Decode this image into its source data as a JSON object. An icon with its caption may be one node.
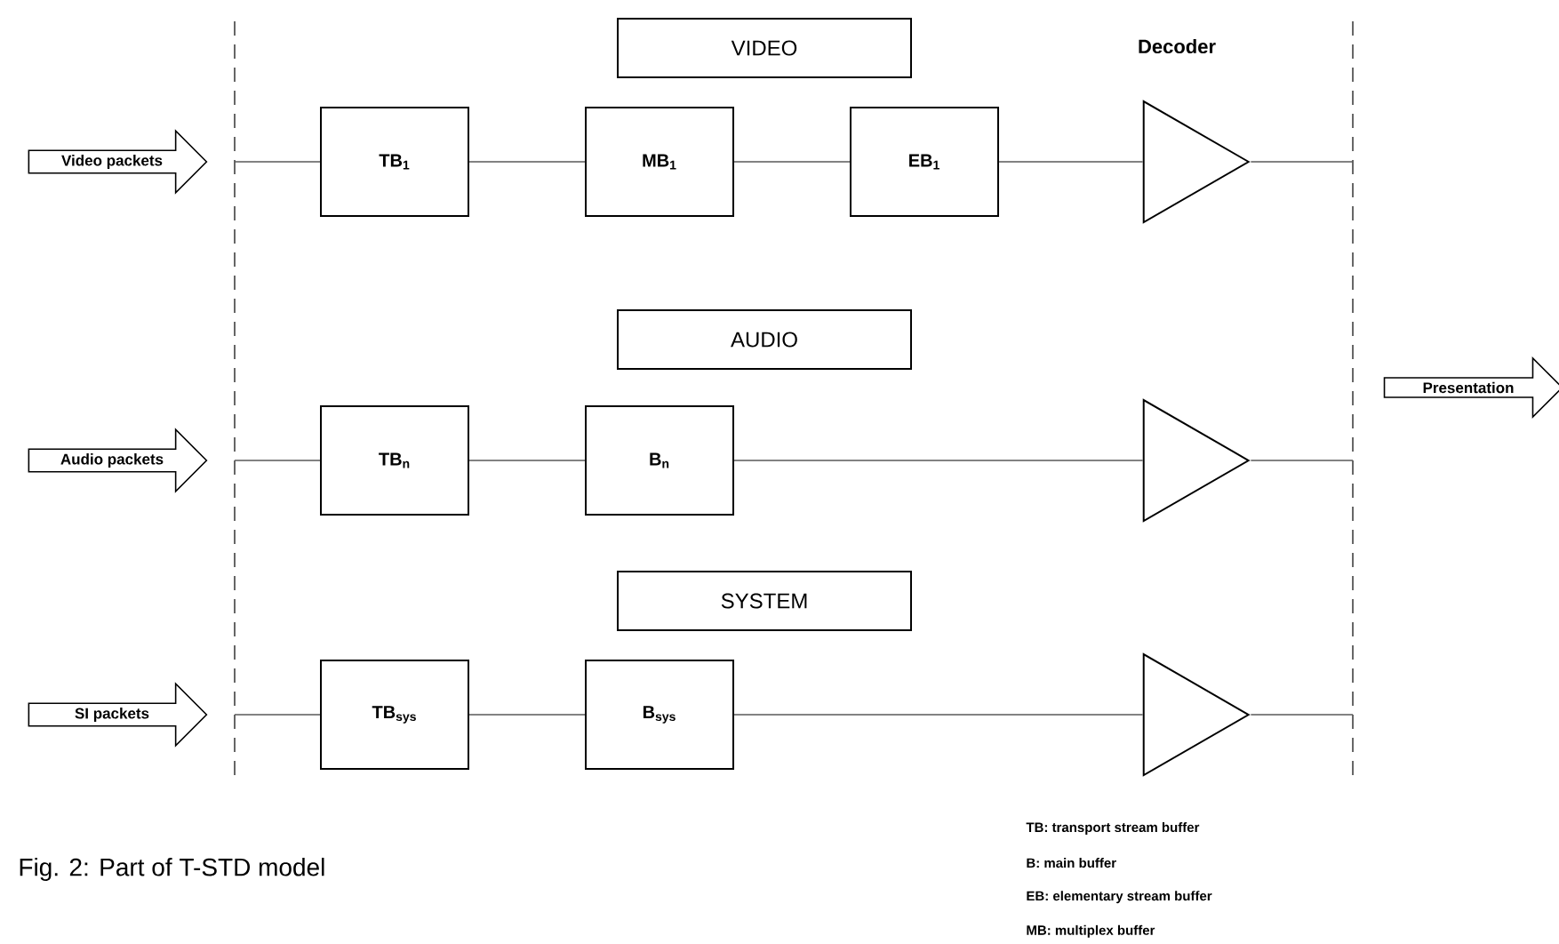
{
  "diagram": {
    "caption": "Fig. 2: Part of T-STD model",
    "nodes": [
      {
        "text": [
          "VIDEO"
        ]
      },
      {
        "text": [
          "Video packets"
        ]
      },
      {
        "text": [
          "TB$_{1}$"
        ]
      },
      {
        "text": [
          "MB$_{1}$"
        ]
      },
      {
        "text": [
          "EB$_{1}$"
        ]
      },
      {
        "text": [],
        "shape": "triangle"
      },
      {
        "text": [
          "AUDIO"
        ]
      },
      {
        "text": [
          "Audio packets"
        ]
      },
      {
        "text": [
          "TB$_{n}$"
        ]
      },
      {
        "text": [
          "B$_{n}$"
        ]
      },
      {
        "text": [],
        "shape": "triangle"
      },
      {
        "text": [
          "Presentation"
        ]
      },
      {
        "text": [
          "SYSTEM"
        ]
      },
      {
        "text": [
          "SI packets"
        ]
      },
      {
        "text": [
          "TB$_{sys}$"
        ]
      },
      {
        "text": [
          "B$_{sys}$"
        ]
      },
      {
        "text": [],
        "shape": "triangle"
      }
    ],
    "edges": [
      {
        "from": null,
        "to": 2,
        "arrow": "none"
      },
      {
        "from": 2,
        "to": 3,
        "arrow": "none"
      },
      {
        "from": 3,
        "to": 4,
        "arrow": "none"
      },
      {
        "from": 4,
        "to": 5,
        "arrow": "none"
      },
      {
        "from": 5,
        "to": null,
        "arrow": "none"
      },
      {
        "from": null,
        "to": 8,
        "arrow": "none"
      },
      {
        "from": 8,
        "to": 9,
        "arrow": "none"
      },
      {
        "from": 9,
        "to": 10,
        "arrow": "none"
      },
      {
        "from": 10,
        "to": null,
        "arrow": "none"
      },
      {
        "from": null,
        "to": 14,
        "arrow": "none"
      },
      {
        "from": 14,
        "to": 15,
        "arrow": "none"
      },
      {
        "from": 15,
        "to": 16,
        "arrow": "none"
      },
      {
        "from": 16,
        "to": null,
        "arrow": "none"
      }
    ],
    "labels": [
      "Decoder",
      "TB: transport stream buffer",
      "B: main buffer",
      "EB: elementary stream buffer",
      "MB: multiplex buffer"
    ]
  }
}
